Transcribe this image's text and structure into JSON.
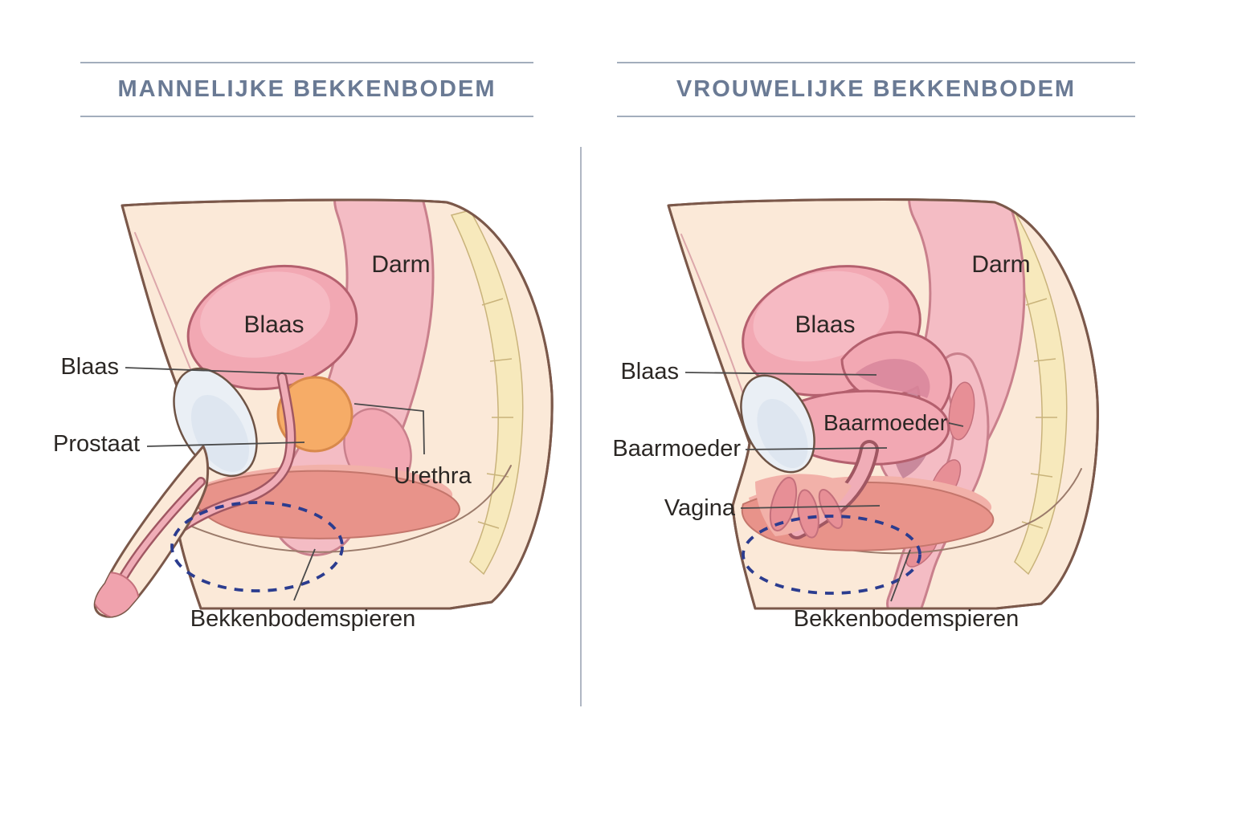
{
  "left_panel": {
    "title": "MANNELIJKE BEKKENBODEM",
    "organ_labels": {
      "bladder_internal": "Blaas",
      "bowel": "Darm"
    },
    "callouts": {
      "bladder": "Blaas",
      "prostate": "Prostaat",
      "urethra": "Urethra",
      "pelvic_floor": "Bekkenbodemspieren"
    }
  },
  "right_panel": {
    "title": "VROUWELIJKE BEKKENBODEM",
    "organ_labels": {
      "bladder_internal": "Blaas",
      "bowel": "Darm",
      "uterus_internal": "Baarmoeder"
    },
    "callouts": {
      "bladder": "Blaas",
      "uterus": "Baarmoeder",
      "vagina": "Vagina",
      "pelvic_floor": "Bekkenbodemspieren"
    }
  },
  "colors": {
    "title_text": "#6A7A94",
    "title_rule": "#A3AEBC",
    "divider": "#B0B7C3",
    "label_text": "#2B2724",
    "pointer": "#4A4A4A",
    "dashed": "#2B3C8F",
    "skin": "#FBE9D8",
    "skin_outline": "#7B584A",
    "organ_pink": "#F2A8B3",
    "organ_outline": "#B4606E",
    "bowel_pink": "#F4BCC4",
    "bowel_outline": "#C9808C",
    "bowel_inner": "#E78F96",
    "prostate": "#F6AC67",
    "prostate_outline": "#D8894B",
    "bone": "#EAEFF5",
    "bone_outline": "#6E5345",
    "muscle": "#E8938A",
    "muscle_light": "#F2B1A9",
    "spine": "#F7E9BC",
    "spine_outline": "#C9B37B",
    "urethra_fill": "#F0ADB7",
    "urethra_outline": "#A05762",
    "uterus_inner": "#D9879C",
    "mauve": "#C9899C"
  }
}
